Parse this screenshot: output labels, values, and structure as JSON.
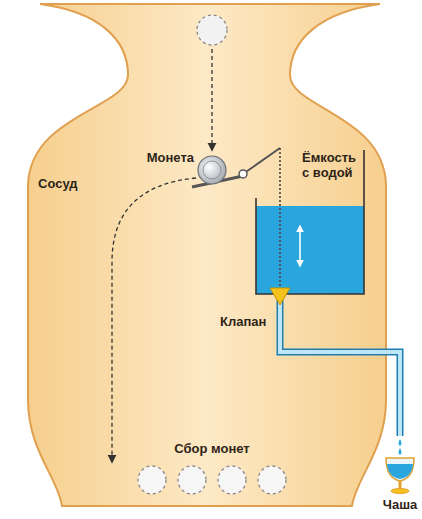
{
  "diagram": {
    "labels": [
      "Сосуд",
      "Монета",
      "Ёмкость с водой",
      "Клапан",
      "Сбор монет",
      "Чаша"
    ]
  }
}
